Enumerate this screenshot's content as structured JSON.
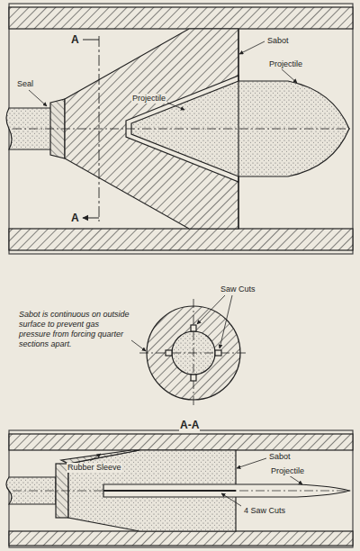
{
  "diagram": {
    "labels": [
      "Seal",
      "A",
      "A",
      "Sabot",
      "Projectile",
      "Projectile",
      "Sabot is continuous on outside surface to prevent gas pressure from forcing quarter sections apart.",
      "Saw Cuts",
      "A-A",
      "Rubber Sleeve",
      "Sabot",
      "Projectile",
      "4 Saw Cuts"
    ]
  }
}
